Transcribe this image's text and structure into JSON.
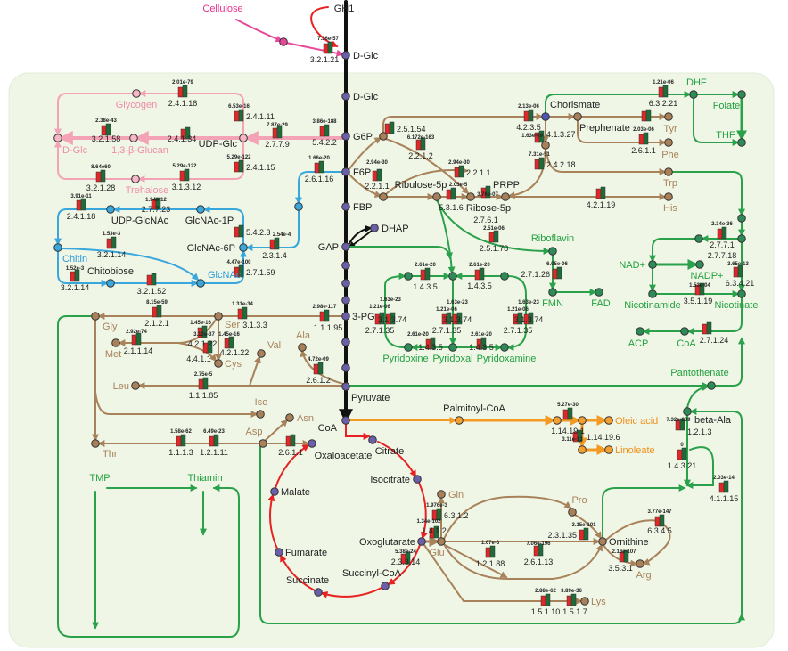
{
  "palette": {
    "central": {
      "node": "#6a5fa8",
      "line": "#111111",
      "text": "#222222"
    },
    "top": {
      "node": "#e8489a",
      "line": "#e8489a",
      "text": "#e8308a"
    },
    "gh1": {
      "line": "#e82222"
    },
    "carb": {
      "node": "#f6b8c6",
      "line": "#f4a3b6",
      "text": "#f08ca8"
    },
    "chitin": {
      "node": "#39a6dc",
      "line": "#39a6dc",
      "text": "#2a9ad8"
    },
    "amino": {
      "node": "#a98057",
      "line": "#a8825a",
      "text": "#a8825a"
    },
    "cofactor": {
      "node": "#2e8b57",
      "line": "#2aa14a",
      "text": "#22a040"
    },
    "tca": {
      "node": "#6a5fa8",
      "line": "#e82222",
      "text": "#222222"
    },
    "lipid": {
      "node": "#f4a030",
      "line": "#f39a24",
      "text": "#f0901a"
    },
    "enzyme_bars": {
      "left": "#e02828",
      "right": "#1f6b3a"
    },
    "panel_background": "#eff6e6"
  },
  "nodes": [
    {
      "id": "cellulose",
      "label": "Cellulose",
      "group": "top",
      "tint": true,
      "marker": false
    },
    {
      "id": "gh1",
      "label": "GH1",
      "group": "central",
      "tint": false,
      "marker": false
    },
    {
      "id": "n_top",
      "label": "",
      "group": "top",
      "tint": false,
      "marker": true
    },
    {
      "id": "dglc1",
      "label": "D-Glc",
      "group": "central",
      "tint": false,
      "marker": true
    },
    {
      "id": "dglc2",
      "label": "D-Glc",
      "group": "central",
      "tint": false,
      "marker": true
    },
    {
      "id": "g6p",
      "label": "G6P",
      "group": "central",
      "tint": false,
      "marker": true
    },
    {
      "id": "f6p",
      "label": "F6P",
      "group": "central",
      "tint": false,
      "marker": true
    },
    {
      "id": "fbp",
      "label": "FBP",
      "group": "central",
      "tint": false,
      "marker": true
    },
    {
      "id": "dhap",
      "label": "DHAP",
      "group": "central",
      "tint": false,
      "marker": true
    },
    {
      "id": "gap",
      "label": "GAP",
      "group": "central",
      "tint": false,
      "marker": true
    },
    {
      "id": "c1",
      "label": "",
      "group": "central",
      "tint": false,
      "marker": true
    },
    {
      "id": "c2",
      "label": "",
      "group": "central",
      "tint": false,
      "marker": true
    },
    {
      "id": "c3",
      "label": "",
      "group": "central",
      "tint": false,
      "marker": true
    },
    {
      "id": "pg3",
      "label": "3-PG",
      "group": "central",
      "tint": false,
      "marker": true
    },
    {
      "id": "c4",
      "label": "",
      "group": "central",
      "tint": false,
      "marker": true
    },
    {
      "id": "c5",
      "label": "",
      "group": "central",
      "tint": false,
      "marker": true
    },
    {
      "id": "pyruvate",
      "label": "Pyruvate",
      "group": "central",
      "tint": false,
      "marker": true
    },
    {
      "id": "coa",
      "label": "CoA",
      "group": "central",
      "tint": false,
      "marker": true
    },
    {
      "id": "glycogen",
      "label": "Glycogen",
      "group": "carb",
      "tint": true,
      "marker": true
    },
    {
      "id": "dglc_c",
      "label": "D-Glc",
      "group": "carb",
      "tint": true,
      "marker": true
    },
    {
      "id": "glucan",
      "label": "1,3-β-Glucan",
      "group": "carb",
      "tint": true,
      "marker": true
    },
    {
      "id": "udpglc",
      "label": "UDP-Glc",
      "group": "carb",
      "tint": false,
      "marker": true
    },
    {
      "id": "trehalose",
      "label": "Trehalose",
      "group": "carb",
      "tint": true,
      "marker": true
    },
    {
      "id": "udpglcnac",
      "label": "UDP-GlcNAc",
      "group": "chitin",
      "tint": false,
      "marker": true
    },
    {
      "id": "glcnac1p",
      "label": "GlcNAc-1P",
      "group": "chitin",
      "tint": false,
      "marker": true
    },
    {
      "id": "glcnac6p",
      "label": "GlcNAc-6P",
      "group": "chitin",
      "tint": false,
      "marker": true
    },
    {
      "id": "chitin",
      "label": "Chitin",
      "group": "chitin",
      "tint": true,
      "marker": true
    },
    {
      "id": "glcnac",
      "label": "GlcNAc",
      "group": "chitin",
      "tint": true,
      "marker": true
    },
    {
      "id": "chitobiose",
      "label": "Chitobiose",
      "group": "chitin",
      "tint": false,
      "marker": true
    },
    {
      "id": "blue_mid",
      "label": "",
      "group": "chitin",
      "tint": false,
      "marker": true
    },
    {
      "id": "b_g6p",
      "label": "",
      "group": "amino",
      "tint": false,
      "marker": true
    },
    {
      "id": "b_l",
      "label": "",
      "group": "amino",
      "tint": false,
      "marker": true
    },
    {
      "id": "ribulose",
      "label": "Ribulose-5p",
      "group": "amino",
      "tint": false,
      "marker": true
    },
    {
      "id": "ribose",
      "label": "Ribose-5p",
      "group": "amino",
      "tint": false,
      "marker": true
    },
    {
      "id": "prpp",
      "label": "PRPP",
      "group": "amino",
      "tint": false,
      "marker": true
    },
    {
      "id": "chorismate",
      "label": "Chorismate",
      "group": "central",
      "tint": false,
      "marker": true
    },
    {
      "id": "chor2",
      "label": "",
      "group": "amino",
      "tint": false,
      "marker": true
    },
    {
      "id": "prephenate",
      "label": "Prephenate",
      "group": "amino",
      "tint": false,
      "marker": true
    },
    {
      "id": "tyr",
      "label": "Tyr",
      "group": "amino",
      "tint": true,
      "marker": true
    },
    {
      "id": "phe",
      "label": "Phe",
      "group": "amino",
      "tint": true,
      "marker": true
    },
    {
      "id": "trp",
      "label": "Trp",
      "group": "amino",
      "tint": true,
      "marker": true
    },
    {
      "id": "his",
      "label": "His",
      "group": "amino",
      "tint": true,
      "marker": true
    },
    {
      "id": "dhf",
      "label": "DHF",
      "group": "cofactor",
      "tint": true,
      "marker": true
    },
    {
      "id": "folate",
      "label": "Folate",
      "group": "cofactor",
      "tint": true,
      "marker": true
    },
    {
      "id": "thf",
      "label": "THF",
      "group": "cofactor",
      "tint": true,
      "marker": true
    },
    {
      "id": "g_trp",
      "label": "",
      "group": "cofactor",
      "tint": false,
      "marker": true
    },
    {
      "id": "g_n1",
      "label": "",
      "group": "cofactor",
      "tint": false,
      "marker": true
    },
    {
      "id": "g_n2",
      "label": "",
      "group": "cofactor",
      "tint": false,
      "marker": true
    },
    {
      "id": "nad",
      "label": "NAD+",
      "group": "cofactor",
      "tint": true,
      "marker": true
    },
    {
      "id": "nadp",
      "label": "NADP+",
      "group": "cofactor",
      "tint": true,
      "marker": true
    },
    {
      "id": "nicotinamide",
      "label": "Nicotinamide",
      "group": "cofactor",
      "tint": true,
      "marker": true
    },
    {
      "id": "nicotinate",
      "label": "Nicotinate",
      "group": "cofactor",
      "tint": true,
      "marker": true
    },
    {
      "id": "riboflavin",
      "label": "Riboflavin",
      "group": "cofactor",
      "tint": true,
      "marker": true
    },
    {
      "id": "fmn",
      "label": "FMN",
      "group": "cofactor",
      "tint": true,
      "marker": true
    },
    {
      "id": "fad",
      "label": "FAD",
      "group": "cofactor",
      "tint": true,
      "marker": true
    },
    {
      "id": "p_t1",
      "label": "",
      "group": "cofactor",
      "tint": false,
      "marker": true
    },
    {
      "id": "p_t2",
      "label": "",
      "group": "cofactor",
      "tint": false,
      "marker": true
    },
    {
      "id": "p_t3",
      "label": "",
      "group": "cofactor",
      "tint": false,
      "marker": true
    },
    {
      "id": "pyridoxine",
      "label": "Pyridoxine",
      "group": "cofactor",
      "tint": true,
      "marker": true
    },
    {
      "id": "pyridoxal",
      "label": "Pyridoxal",
      "group": "cofactor",
      "tint": true,
      "marker": true
    },
    {
      "id": "pyridoxamine",
      "label": "Pyridoxamine",
      "group": "cofactor",
      "tint": true,
      "marker": true
    },
    {
      "id": "acp",
      "label": "ACP",
      "group": "cofactor",
      "tint": true,
      "marker": true
    },
    {
      "id": "coa_g",
      "label": "CoA",
      "group": "cofactor",
      "tint": true,
      "marker": true
    },
    {
      "id": "pantothenate",
      "label": "Pantothenate",
      "group": "cofactor",
      "tint": true,
      "marker": true
    },
    {
      "id": "beta_ala",
      "label": "beta-Ala",
      "group": "cofactor",
      "tint": false,
      "marker": true
    },
    {
      "id": "tmp",
      "label": "TMP",
      "group": "cofactor",
      "tint": true,
      "marker": false
    },
    {
      "id": "thiamin",
      "label": "Thiamin",
      "group": "cofactor",
      "tint": true,
      "marker": false
    },
    {
      "id": "gly",
      "label": "Gly",
      "group": "amino",
      "tint": true,
      "marker": true
    },
    {
      "id": "ser",
      "label": "Ser",
      "group": "amino",
      "tint": true,
      "marker": true
    },
    {
      "id": "met",
      "label": "Met",
      "group": "amino",
      "tint": true,
      "marker": true
    },
    {
      "id": "cys",
      "label": "Cys",
      "group": "amino",
      "tint": true,
      "marker": true
    },
    {
      "id": "val",
      "label": "Val",
      "group": "amino",
      "tint": true,
      "marker": true
    },
    {
      "id": "ala",
      "label": "Ala",
      "group": "amino",
      "tint": true,
      "marker": true
    },
    {
      "id": "leu",
      "label": "Leu",
      "group": "amino",
      "tint": true,
      "marker": true
    },
    {
      "id": "iso",
      "label": "Iso",
      "group": "amino",
      "tint": true,
      "marker": true
    },
    {
      "id": "asn",
      "label": "Asn",
      "group": "amino",
      "tint": true,
      "marker": true
    },
    {
      "id": "asp",
      "label": "Asp",
      "group": "amino",
      "tint": true,
      "marker": true
    },
    {
      "id": "thr",
      "label": "Thr",
      "group": "amino",
      "tint": true,
      "marker": true
    },
    {
      "id": "oxaloacetate",
      "label": "Oxaloacetate",
      "group": "tca",
      "tint": false,
      "marker": true
    },
    {
      "id": "citrate",
      "label": "Citrate",
      "group": "tca",
      "tint": false,
      "marker": true
    },
    {
      "id": "isocitrate",
      "label": "Isocitrate",
      "group": "tca",
      "tint": false,
      "marker": true
    },
    {
      "id": "malate",
      "label": "Malate",
      "group": "tca",
      "tint": false,
      "marker": true
    },
    {
      "id": "oxoglutarate",
      "label": "Oxoglutarate",
      "group": "tca",
      "tint": false,
      "marker": true
    },
    {
      "id": "fumarate",
      "label": "Fumarate",
      "group": "tca",
      "tint": false,
      "marker": true
    },
    {
      "id": "succinylcoa",
      "label": "Succinyl-CoA",
      "group": "tca",
      "tint": false,
      "marker": true
    },
    {
      "id": "succinate",
      "label": "Succinate",
      "group": "tca",
      "tint": false,
      "marker": true
    },
    {
      "id": "palmitoyl",
      "label": "Palmitoyl-CoA",
      "group": "lipid",
      "tint": false,
      "marker": true
    },
    {
      "id": "o1",
      "label": "",
      "group": "lipid",
      "tint": false,
      "marker": true
    },
    {
      "id": "o2",
      "label": "",
      "group": "lipid",
      "tint": false,
      "marker": true
    },
    {
      "id": "oleic",
      "label": "Oleic acid",
      "group": "lipid",
      "tint": true,
      "marker": true
    },
    {
      "id": "o3",
      "label": "",
      "group": "lipid",
      "tint": false,
      "marker": true
    },
    {
      "id": "linoleate",
      "label": "Linoleate",
      "group": "lipid",
      "tint": true,
      "marker": true
    },
    {
      "id": "gln",
      "label": "Gln",
      "group": "amino",
      "tint": true,
      "marker": true
    },
    {
      "id": "glu",
      "label": "Glu",
      "group": "amino",
      "tint": true,
      "marker": true
    },
    {
      "id": "pro",
      "label": "Pro",
      "group": "amino",
      "tint": true,
      "marker": true
    },
    {
      "id": "ornithine",
      "label": "Ornithine",
      "group": "amino",
      "tint": false,
      "marker": true
    },
    {
      "id": "arg",
      "label": "Arg",
      "group": "amino",
      "tint": true,
      "marker": true
    },
    {
      "id": "lys",
      "label": "Lys",
      "group": "amino",
      "tint": true,
      "marker": true
    }
  ],
  "enzymes": [
    {
      "p": "7.36e-57",
      "ec": "3.2.1.21"
    },
    {
      "p": "2.01e-79",
      "ec": "2.4.1.18"
    },
    {
      "p": "6.53e-16",
      "ec": "2.4.1.11"
    },
    {
      "p": "2.38e-43",
      "ec": "3.2.1.58"
    },
    {
      "p": "",
      "ec": "2.4.1.34"
    },
    {
      "p": "7.87e-29",
      "ec": "2.7.7.9"
    },
    {
      "p": "3.86e-188",
      "ec": "5.4.2.2"
    },
    {
      "p": "5.29e-122",
      "ec": "2.4.1.15"
    },
    {
      "p": "8.64e60",
      "ec": "3.2.1.28"
    },
    {
      "p": "5.29e-122",
      "ec": "3.1.3.12"
    },
    {
      "p": "1.66e-20",
      "ec": "2.6.1.16"
    },
    {
      "p": "3.91e-11",
      "ec": "2.4.1.18"
    },
    {
      "p": "1.94e-12",
      "ec": "2.7.7.23"
    },
    {
      "p": "",
      "ec": "5.4.2.3"
    },
    {
      "p": "1.53e-3",
      "ec": "3.2.1.14"
    },
    {
      "p": "2.54e-4",
      "ec": "2.3.1.4"
    },
    {
      "p": "4.47e-100",
      "ec": "2.7.1.59"
    },
    {
      "p": "1.52e-3",
      "ec": "3.2.1.14"
    },
    {
      "p": "",
      "ec": "3.2.1.52"
    },
    {
      "p": "2.94e-30",
      "ec": "2.2.1.1"
    },
    {
      "p": "",
      "ec": "2.5.1.54"
    },
    {
      "p": "6.172e-163",
      "ec": "2.2.1.2"
    },
    {
      "p": "2.94e-30",
      "ec": "2.2.1.1"
    },
    {
      "p": "2.05e-5",
      "ec": "5.3.1.6"
    },
    {
      "p": "3.76e-07",
      "ec": "2.7.6.1"
    },
    {
      "p": "2.13e-06",
      "ec": "4.2.3.5"
    },
    {
      "p": "1.63e-09",
      "ec": "4.1.3.27"
    },
    {
      "p": "7.31e-51",
      "ec": "2.4.2.18"
    },
    {
      "p": "",
      "ec": ""
    },
    {
      "p": "2.03e-06",
      "ec": "2.6.1.1"
    },
    {
      "p": "",
      "ec": "4.2.1.19"
    },
    {
      "p": "1.21e-06",
      "ec": "6.3.2.21"
    },
    {
      "p": "2.51e-06",
      "ec": "2.5.1.78"
    },
    {
      "p": "6.05e-06",
      "ec": "2.7.1.26"
    },
    {
      "p": "2.34e-36",
      "ec": "2.7.7.1",
      "ec2": "2.7.7.18"
    },
    {
      "p": "3.65e-13",
      "ec": "6.3.4.21"
    },
    {
      "p": "1.53e-04",
      "ec": "3.5.1.19"
    },
    {
      "p": "2.61e-20",
      "ec": "1.4.3.5"
    },
    {
      "p": "2.61e-20",
      "ec": "1.4.3.5"
    },
    {
      "p": "2.61e-20",
      "ec": "1.4.3.5"
    },
    {
      "p": "2.61e-20",
      "ec": "1.4.3.5"
    },
    {
      "p": "1.21e-06",
      "ec": "2.7.1.35"
    },
    {
      "p": "1.63e-23",
      "ec": "3.1.3.74"
    },
    {
      "p": "1.21e-06",
      "ec": "2.7.1.35"
    },
    {
      "p": "1.63e-23",
      "ec": "3.1.3.74"
    },
    {
      "p": "1.21e-06",
      "ec": "2.7.1.35"
    },
    {
      "p": "1.63e-23",
      "ec": "3.1.3.74"
    },
    {
      "p": "",
      "ec": "2.7.1.24"
    },
    {
      "p": "7.32e-239",
      "ec": "1.2.1.3"
    },
    {
      "p": "0",
      "ec": "1.4.3.21"
    },
    {
      "p": "2.03e-14",
      "ec": "4.1.1.15"
    },
    {
      "p": "8.15e-59",
      "ec": "2.1.2.1"
    },
    {
      "p": "1.31e-34",
      "ec": "3.1.3.3"
    },
    {
      "p": "2.98e-117",
      "ec": "1.1.1.95"
    },
    {
      "p": "1.45e-16",
      "ec": "4.2.1.22"
    },
    {
      "p": "2.92e-74",
      "ec": "2.1.1.14"
    },
    {
      "p": "1.45e-16",
      "ec": "4.2.1.22"
    },
    {
      "p": "3.12e-37",
      "ec": "4.4.1.1"
    },
    {
      "p": "4.72e-09",
      "ec": "2.6.1.2"
    },
    {
      "p": "2.75e-5",
      "ec": "1.1.1.85"
    },
    {
      "p": "1.58e-62",
      "ec": "1.1.1.3"
    },
    {
      "p": "6.49e-23",
      "ec": "1.2.1.11"
    },
    {
      "p": "",
      "ec": "2.6.1.1"
    },
    {
      "p": "5.27e-30",
      "ec": "1.14.19.1"
    },
    {
      "p": "3.11e-13",
      "ec": "1.14.19.6"
    },
    {
      "p": "1.976e-3",
      "ec": "6.3.1.2"
    },
    {
      "p": "1.34e-102",
      "ec": "1.4.1.2"
    },
    {
      "p": "5.38e-24",
      "ec": "2.3.3.14"
    },
    {
      "p": "1.67e-3",
      "ec": "1.2.1.88"
    },
    {
      "p": "7.06e-196",
      "ec": "2.6.1.13"
    },
    {
      "p": "3.15e-101",
      "ec": "2.3.1.35"
    },
    {
      "p": "2.16e-107",
      "ec": "3.5.3.1"
    },
    {
      "p": "3.77e-147",
      "ec": "6.3.4.5"
    },
    {
      "p": "2.88e-62",
      "ec": "1.5.1.10"
    },
    {
      "p": "3.89e-36",
      "ec": "1.5.1.7"
    }
  ]
}
